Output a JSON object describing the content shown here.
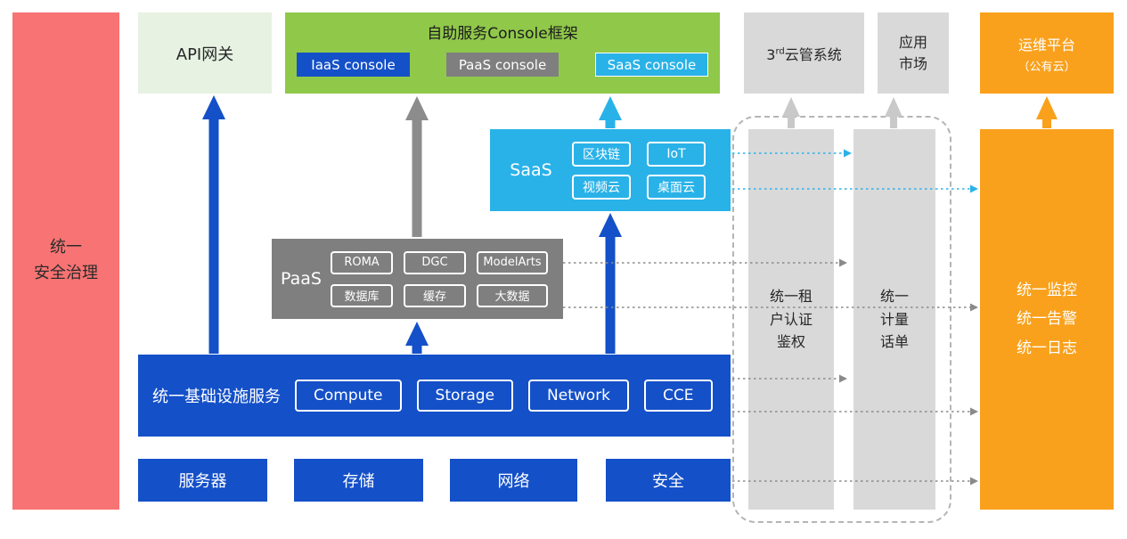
{
  "security": {
    "label": "统一\n安全治理"
  },
  "api_gateway": {
    "label": "API网关"
  },
  "console": {
    "title": "自助服务Console框架",
    "iaas": "IaaS console",
    "paas": "PaaS console",
    "saas": "SaaS console"
  },
  "third_cloud": {
    "num": "3",
    "sup": "rd",
    "text": "云管系统"
  },
  "app_market": {
    "label": "应用\n市场"
  },
  "om_platform": {
    "title": "运维平台",
    "subtitle": "（公有云）"
  },
  "saas": {
    "label": "SaaS",
    "items": [
      "区块链",
      "IoT",
      "视频云",
      "桌面云"
    ]
  },
  "paas": {
    "label": "PaaS",
    "items": [
      "ROMA",
      "DGC",
      "ModelArts",
      "数据库",
      "缓存",
      "大数据"
    ]
  },
  "infra": {
    "label": "统一基础设施服务",
    "items": [
      "Compute",
      "Storage",
      "Network",
      "CCE"
    ]
  },
  "resources": [
    "服务器",
    "存储",
    "网络",
    "安全"
  ],
  "auth": {
    "label": "统一租\n户认证\n鉴权"
  },
  "metering": {
    "label": "统一\n计量\n话单"
  },
  "monitoring": {
    "label": "统一监控\n统一告警\n统一日志"
  },
  "colors": {
    "blue": "#1450c8",
    "gray": "#7f7f7f",
    "cyan": "#29b2e8",
    "green": "#90c84a",
    "light_green": "#e7f2e2",
    "light_gray": "#d9d9d9",
    "orange": "#f9a11c",
    "red": "#f87373"
  }
}
